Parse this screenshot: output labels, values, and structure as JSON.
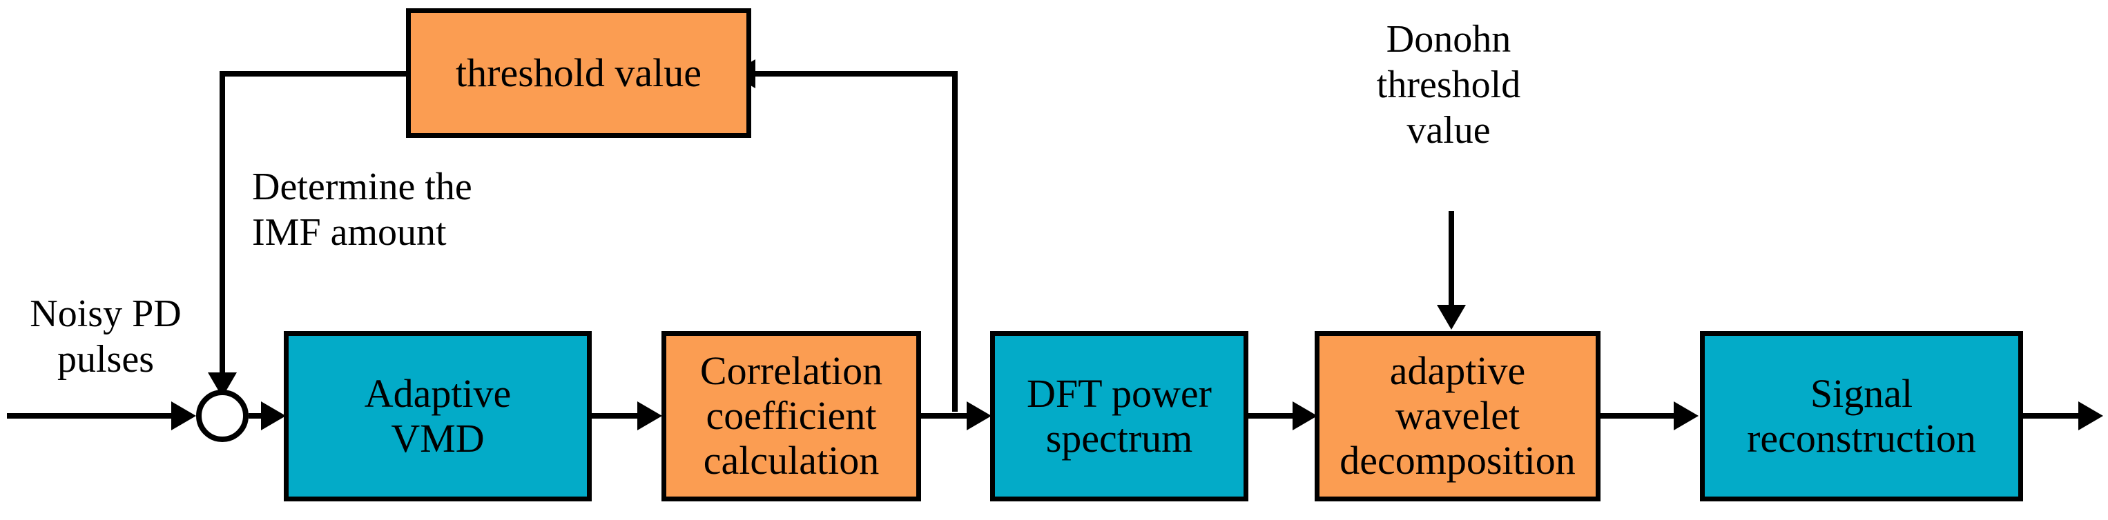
{
  "diagram": {
    "title": "PD signal denoising flowchart",
    "colors": {
      "teal": "#03abc8",
      "orange": "#fb9d52",
      "line": "#000000",
      "background": "#ffffff"
    },
    "blocks": [
      {
        "id": "threshold-value",
        "label": "threshold value",
        "fill": "orange"
      },
      {
        "id": "adaptive-vmd",
        "label": "Adaptive\nVMD",
        "fill": "teal"
      },
      {
        "id": "correlation-coeff",
        "label": "Correlation\ncoefficient\ncalculation",
        "fill": "orange"
      },
      {
        "id": "dft-power-spectrum",
        "label": "DFT power\nspectrum",
        "fill": "teal"
      },
      {
        "id": "adaptive-wavelet",
        "label": "adaptive\nwavelet\ndecomposition",
        "fill": "orange"
      },
      {
        "id": "signal-reconstruction",
        "label": "Signal\nreconstruction",
        "fill": "teal"
      }
    ],
    "labels": [
      {
        "id": "noisy-pd-pulses",
        "text": "Noisy PD\npulses"
      },
      {
        "id": "determine-imf",
        "text": "Determine the\nIMF amount"
      },
      {
        "id": "donohn-threshold",
        "text": "Donohn\nthreshold\nvalue"
      }
    ],
    "summing_junction": {
      "id": "summing-junction"
    }
  }
}
